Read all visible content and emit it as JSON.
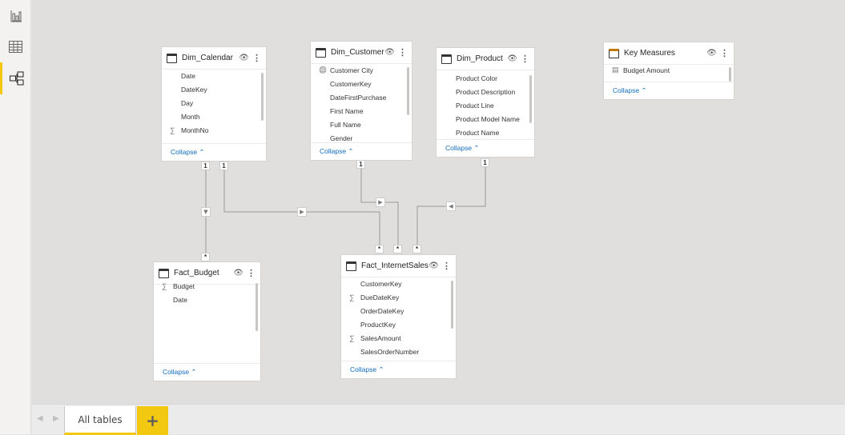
{
  "sidebar": {
    "items": [
      {
        "name": "report-view",
        "icon": "bar-chart-icon"
      },
      {
        "name": "data-view",
        "icon": "table-grid-icon"
      },
      {
        "name": "model-view",
        "icon": "model-diagram-icon",
        "active": true
      }
    ]
  },
  "accent": "#f2c811",
  "tables": [
    {
      "id": "dim-calendar",
      "title": "Dim_Calendar",
      "fields": [
        {
          "name": "Date",
          "icon": ""
        },
        {
          "name": "DateKey",
          "icon": ""
        },
        {
          "name": "Day",
          "icon": ""
        },
        {
          "name": "Month",
          "icon": ""
        },
        {
          "name": "MonthNo",
          "icon": "sigma"
        }
      ],
      "collapse": "Collapse"
    },
    {
      "id": "dim-customer",
      "title": "Dim_Customer",
      "fields": [
        {
          "name": "Customer City",
          "icon": "globe"
        },
        {
          "name": "CustomerKey",
          "icon": ""
        },
        {
          "name": "DateFirstPurchase",
          "icon": ""
        },
        {
          "name": "First Name",
          "icon": ""
        },
        {
          "name": "Full Name",
          "icon": ""
        },
        {
          "name": "Gender",
          "icon": ""
        }
      ],
      "collapse": "Collapse"
    },
    {
      "id": "dim-product",
      "title": "Dim_Product",
      "fields": [
        {
          "name": "Product Color",
          "icon": ""
        },
        {
          "name": "Product Description",
          "icon": ""
        },
        {
          "name": "Product Line",
          "icon": ""
        },
        {
          "name": "Product Model Name",
          "icon": ""
        },
        {
          "name": "Product Name",
          "icon": ""
        }
      ],
      "collapse": "Collapse"
    },
    {
      "id": "key-measures",
      "title": "Key Measures",
      "measure": true,
      "fields": [
        {
          "name": "Budget Amount",
          "icon": "calculator"
        }
      ],
      "collapse": "Collapse"
    },
    {
      "id": "fact-budget",
      "title": "Fact_Budget",
      "fields": [
        {
          "name": "Budget",
          "icon": "sigma"
        },
        {
          "name": "Date",
          "icon": ""
        }
      ],
      "collapse": "Collapse"
    },
    {
      "id": "fact-internetsales",
      "title": "Fact_InternetSales",
      "fields": [
        {
          "name": "CustomerKey",
          "icon": ""
        },
        {
          "name": "DueDateKey",
          "icon": "sigma"
        },
        {
          "name": "OrderDateKey",
          "icon": ""
        },
        {
          "name": "ProductKey",
          "icon": ""
        },
        {
          "name": "SalesAmount",
          "icon": "sigma"
        },
        {
          "name": "SalesOrderNumber",
          "icon": ""
        }
      ],
      "collapse": "Collapse"
    }
  ],
  "relationships": [
    {
      "from": "Dim_Calendar",
      "to": "Fact_Budget",
      "one": "1",
      "many": "*",
      "direction": "down"
    },
    {
      "from": "Dim_Calendar",
      "to": "Fact_InternetSales",
      "one": "1",
      "many": "*",
      "direction": "right"
    },
    {
      "from": "Dim_Customer",
      "to": "Fact_InternetSales",
      "one": "1",
      "many": "*",
      "direction": "right"
    },
    {
      "from": "Dim_Product",
      "to": "Fact_InternetSales",
      "one": "1",
      "many": "*",
      "direction": "left"
    }
  ],
  "bottom": {
    "tab_label": "All tables",
    "add_label": "+",
    "prev": "◀",
    "next": "▶"
  }
}
